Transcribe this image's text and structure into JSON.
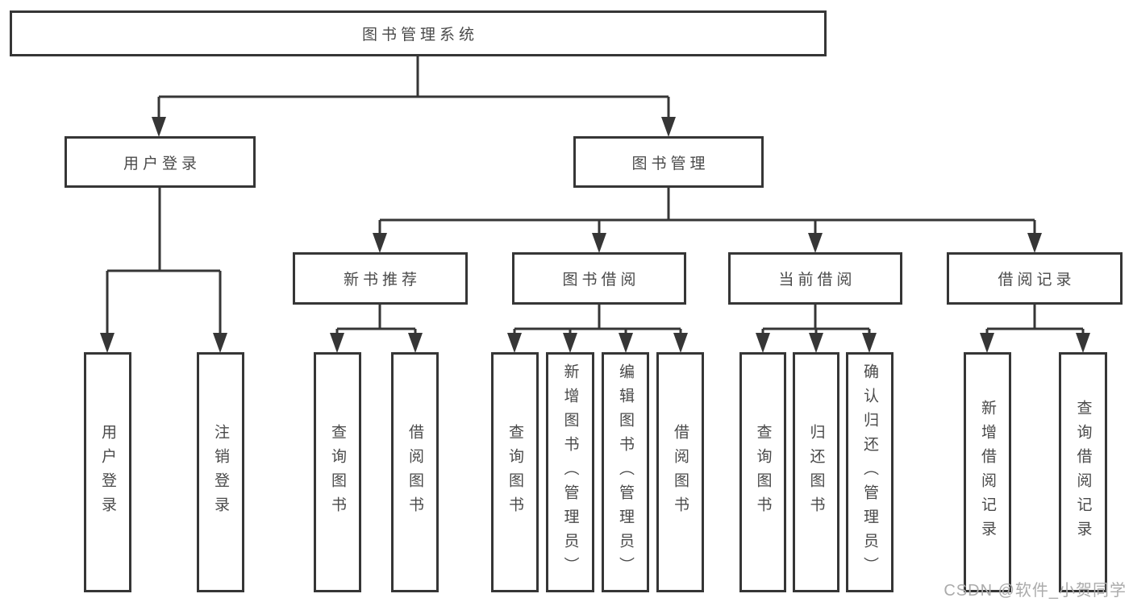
{
  "tree": {
    "root": {
      "label": "图书管理系统"
    },
    "branches": [
      {
        "label": "用户登录",
        "children": [
          {
            "label": "用户登录"
          },
          {
            "label": "注销登录"
          }
        ]
      },
      {
        "label": "图书管理",
        "groups": [
          {
            "label": "新书推荐",
            "children": [
              {
                "label": "查询图书"
              },
              {
                "label": "借阅图书"
              }
            ]
          },
          {
            "label": "图书借阅",
            "children": [
              {
                "label": "查询图书"
              },
              {
                "label": "新增图书（管理员）"
              },
              {
                "label": "编辑图书（管理员）"
              },
              {
                "label": "借阅图书"
              }
            ]
          },
          {
            "label": "当前借阅",
            "children": [
              {
                "label": "查询图书"
              },
              {
                "label": "归还图书"
              },
              {
                "label": "确认归还（管理员）"
              }
            ]
          },
          {
            "label": "借阅记录",
            "children": [
              {
                "label": "新增借阅记录"
              },
              {
                "label": "查询借阅记录"
              }
            ]
          }
        ]
      }
    ]
  },
  "watermark": "CSDN @软件_小贺同学",
  "colors": {
    "line": "#363636",
    "border": "#363636",
    "text": "#4a4a4a",
    "watermark": "#ababab",
    "background": "#ffffff"
  }
}
